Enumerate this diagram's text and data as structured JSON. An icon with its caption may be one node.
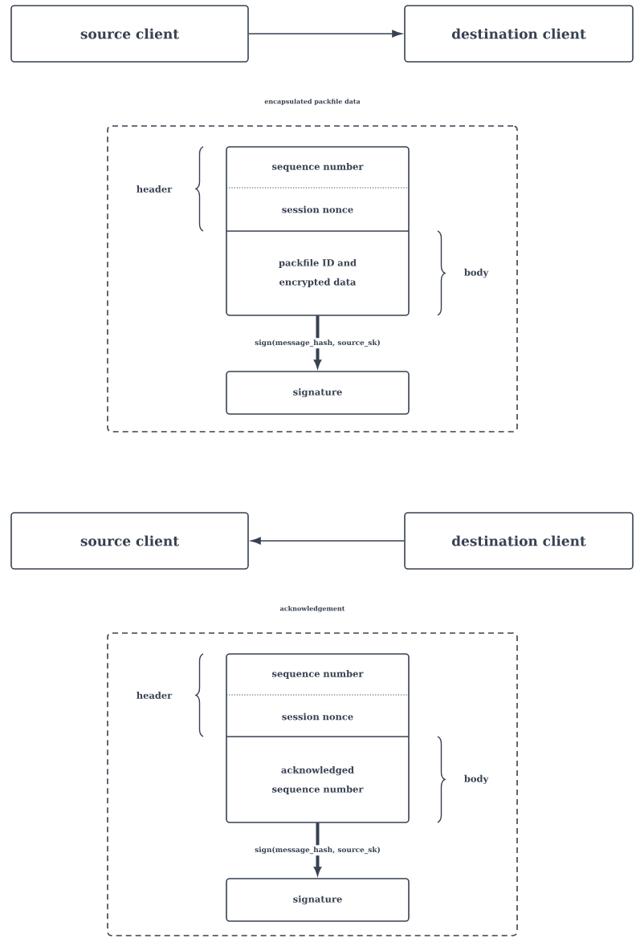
{
  "diagram": {
    "nodes": [
      {
        "text": [
          "source client"
        ]
      },
      {
        "text": [
          "destination client"
        ]
      },
      {
        "text": [
          "encapsulated packfile data"
        ]
      },
      {
        "text": [
          "sequence number"
        ],
        "in": 2
      },
      {
        "text": [
          "session nonce"
        ],
        "in": 2
      },
      {
        "text": [
          "packfile ID and encrypted data"
        ],
        "in": 2
      },
      {
        "text": [
          "signature"
        ],
        "in": 2
      },
      {
        "text": [
          "source client"
        ]
      },
      {
        "text": [
          "destination client"
        ]
      },
      {
        "text": [
          "acknowledgement"
        ]
      },
      {
        "text": [
          "sequence number"
        ],
        "in": 9
      },
      {
        "text": [
          "session nonce"
        ],
        "in": 9
      },
      {
        "text": [
          "acknowledged sequence number"
        ],
        "in": 9
      },
      {
        "text": [
          "signature"
        ],
        "in": 9
      }
    ],
    "edges": [
      {
        "from": 0,
        "to": 1,
        "arrow": "to"
      },
      {
        "from": 5,
        "to": 6,
        "arrow": "to",
        "label": "sign(message_hash, source_sk)",
        "style": "thick"
      },
      {
        "from": 8,
        "to": 7,
        "arrow": "to"
      },
      {
        "from": 12,
        "to": 13,
        "arrow": "to",
        "label": "sign(message_hash, source_sk)",
        "style": "thick"
      }
    ],
    "labels": [
      "header",
      "body",
      "header",
      "body"
    ]
  }
}
